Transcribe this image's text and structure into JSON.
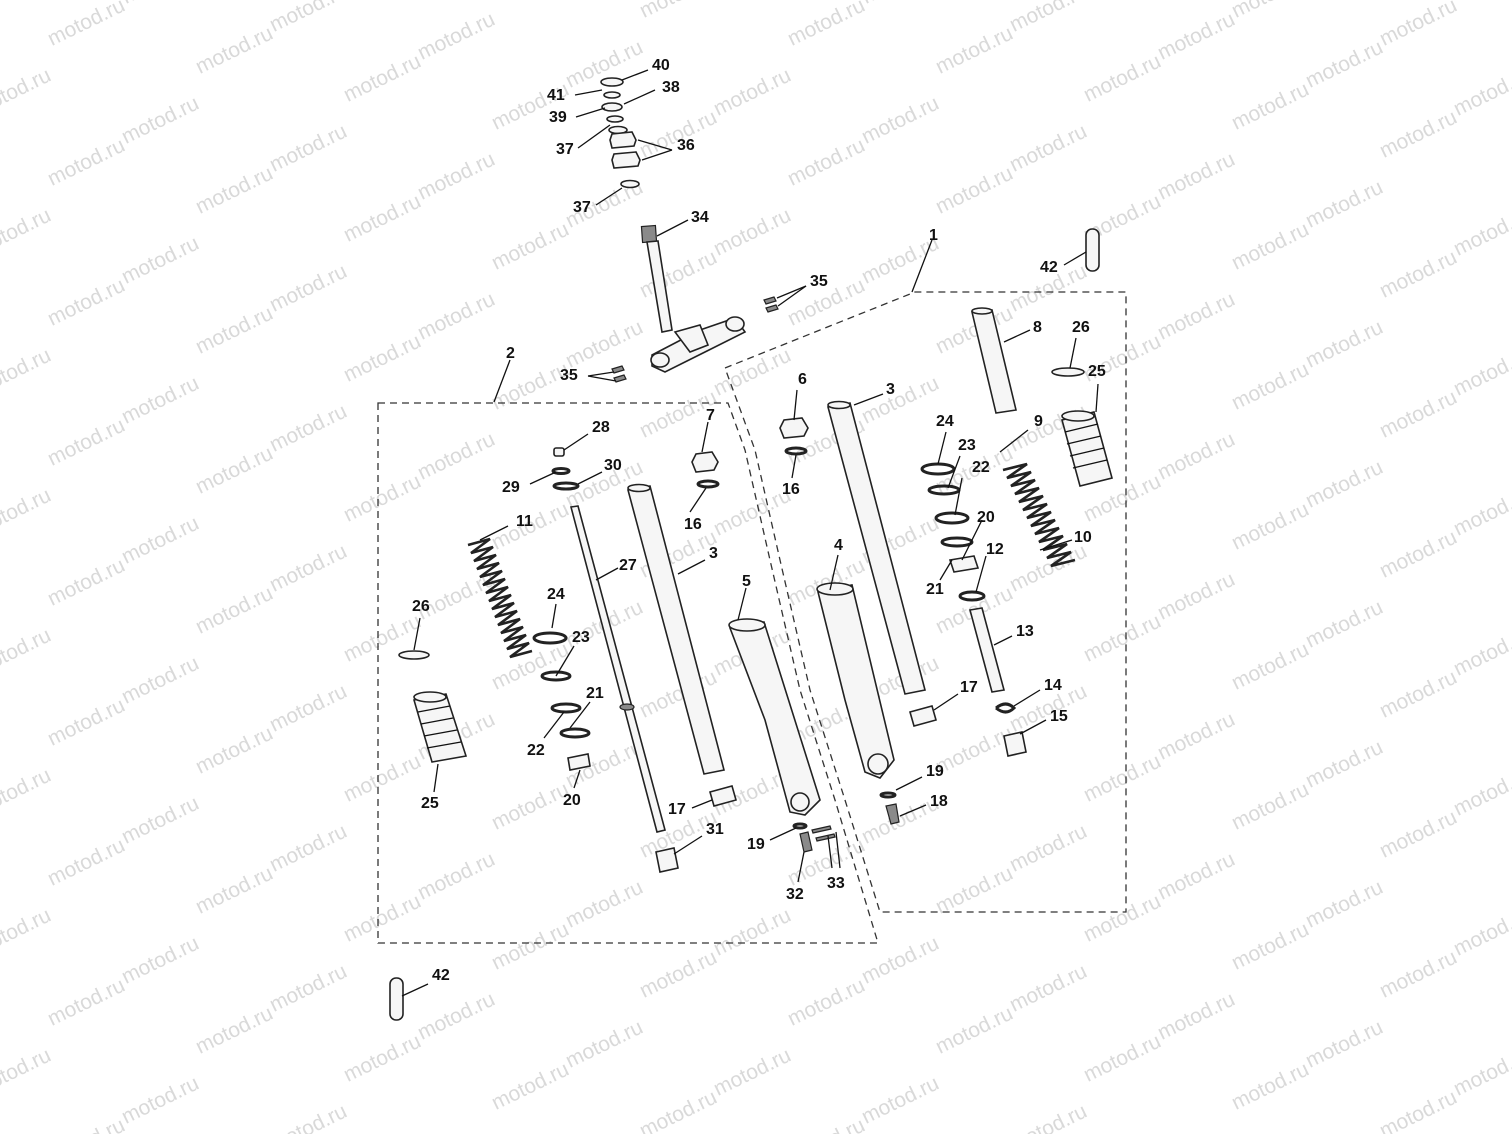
{
  "watermark": "motod.ru",
  "labels": [
    {
      "id": "p40",
      "text": "40"
    },
    {
      "id": "p41",
      "text": "41"
    },
    {
      "id": "p38",
      "text": "38"
    },
    {
      "id": "p39",
      "text": "39"
    },
    {
      "id": "p37a",
      "text": "37"
    },
    {
      "id": "p36",
      "text": "36"
    },
    {
      "id": "p37b",
      "text": "37"
    },
    {
      "id": "p34",
      "text": "34"
    },
    {
      "id": "p1",
      "text": "1"
    },
    {
      "id": "p42a",
      "text": "42"
    },
    {
      "id": "p35a",
      "text": "35"
    },
    {
      "id": "p8",
      "text": "8"
    },
    {
      "id": "p26a",
      "text": "26"
    },
    {
      "id": "p25a",
      "text": "25"
    },
    {
      "id": "p2",
      "text": "2"
    },
    {
      "id": "p35b",
      "text": "35"
    },
    {
      "id": "p6",
      "text": "6"
    },
    {
      "id": "p3a",
      "text": "3"
    },
    {
      "id": "p7",
      "text": "7"
    },
    {
      "id": "p24a",
      "text": "24"
    },
    {
      "id": "p9",
      "text": "9"
    },
    {
      "id": "p28",
      "text": "28"
    },
    {
      "id": "p23a",
      "text": "23"
    },
    {
      "id": "p30",
      "text": "30"
    },
    {
      "id": "p16a",
      "text": "16"
    },
    {
      "id": "p22a",
      "text": "22"
    },
    {
      "id": "p29",
      "text": "29"
    },
    {
      "id": "p16b",
      "text": "16"
    },
    {
      "id": "p20a",
      "text": "20"
    },
    {
      "id": "p11",
      "text": "11"
    },
    {
      "id": "p10",
      "text": "10"
    },
    {
      "id": "p12",
      "text": "12"
    },
    {
      "id": "p4",
      "text": "4"
    },
    {
      "id": "p27",
      "text": "27"
    },
    {
      "id": "p3b",
      "text": "3"
    },
    {
      "id": "p21a",
      "text": "21"
    },
    {
      "id": "p5",
      "text": "5"
    },
    {
      "id": "p24b",
      "text": "24"
    },
    {
      "id": "p26b",
      "text": "26"
    },
    {
      "id": "p13",
      "text": "13"
    },
    {
      "id": "p23b",
      "text": "23"
    },
    {
      "id": "p17a",
      "text": "17"
    },
    {
      "id": "p14",
      "text": "14"
    },
    {
      "id": "p21b",
      "text": "21"
    },
    {
      "id": "p15",
      "text": "15"
    },
    {
      "id": "p22b",
      "text": "22"
    },
    {
      "id": "p19a",
      "text": "19"
    },
    {
      "id": "p25b",
      "text": "25"
    },
    {
      "id": "p20b",
      "text": "20"
    },
    {
      "id": "p18",
      "text": "18"
    },
    {
      "id": "p17b",
      "text": "17"
    },
    {
      "id": "p31",
      "text": "31"
    },
    {
      "id": "p19b",
      "text": "19"
    },
    {
      "id": "p33",
      "text": "33"
    },
    {
      "id": "p32",
      "text": "32"
    },
    {
      "id": "p42b",
      "text": "42"
    }
  ]
}
